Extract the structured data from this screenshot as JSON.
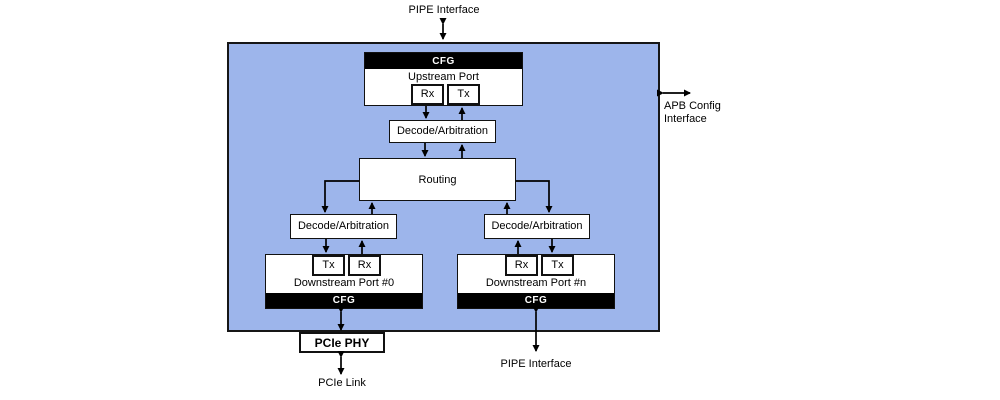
{
  "colors": {
    "switch_fill": "#9DB5EB",
    "cfg_bar_fill": "#000000",
    "node_fill": "#FFFFFF",
    "line_color": "#000000"
  },
  "labels": {
    "pipe_top": "PIPE Interface",
    "apb_line1": "APB Config",
    "apb_line2": "Interface",
    "pcie_link": "PCIe Link",
    "pipe_bottom": "PIPE Interface"
  },
  "nodes": {
    "upstream_port": {
      "cfg": "CFG",
      "title": "Upstream Port",
      "rx": "Rx",
      "tx": "Tx"
    },
    "decode_arbitration_top": {
      "title": "Decode/Arbitration"
    },
    "routing": {
      "title": "Routing"
    },
    "decode_arbitration_left": {
      "title": "Decode/Arbitration"
    },
    "decode_arbitration_right": {
      "title": "Decode/Arbitration"
    },
    "downstream_port_0": {
      "tx": "Tx",
      "rx": "Rx",
      "title": "Downstream Port #0",
      "cfg": "CFG"
    },
    "downstream_port_n": {
      "rx": "Rx",
      "tx": "Tx",
      "title": "Downstream Port #n",
      "cfg": "CFG"
    },
    "pcie_phy": {
      "title": "PCIe PHY"
    }
  }
}
